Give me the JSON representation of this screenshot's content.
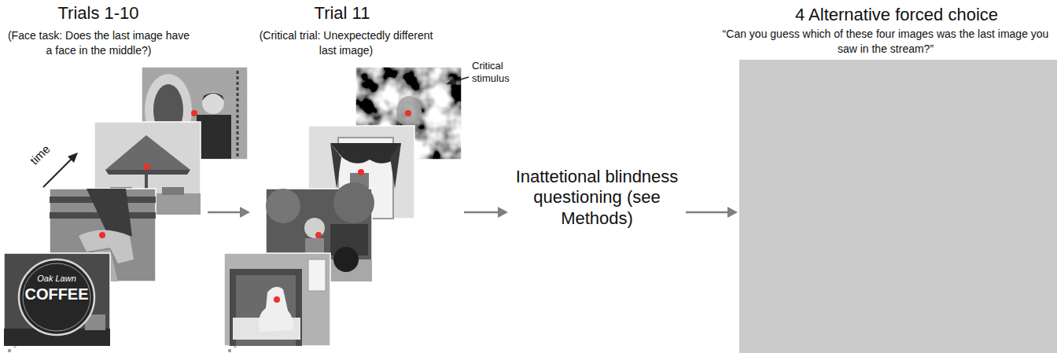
{
  "diagram": {
    "nodes": [
      {
        "text": [
          "Trials 1-10",
          "(Face task: Does the last image have a face in the middle?)"
        ]
      },
      {
        "text": [
          "Trial 11",
          "(Critical trial: Unexpectedly different last image)"
        ]
      },
      {
        "text": [
          "Inattetional blindness questioning (see Methods)"
        ]
      },
      {
        "text": [
          "4 Alternative forced choice",
          "“Can you guess which of these four images was the last image you saw in the stream?”"
        ]
      }
    ],
    "edges": [
      {
        "from": 0,
        "to": 1,
        "arrow": "to"
      },
      {
        "from": 1,
        "to": 2,
        "arrow": "to"
      },
      {
        "from": 2,
        "to": 3,
        "arrow": "to"
      }
    ],
    "labels": [
      "time",
      "Critical stimulus",
      "Oak Lawn",
      "COFFEE"
    ]
  }
}
